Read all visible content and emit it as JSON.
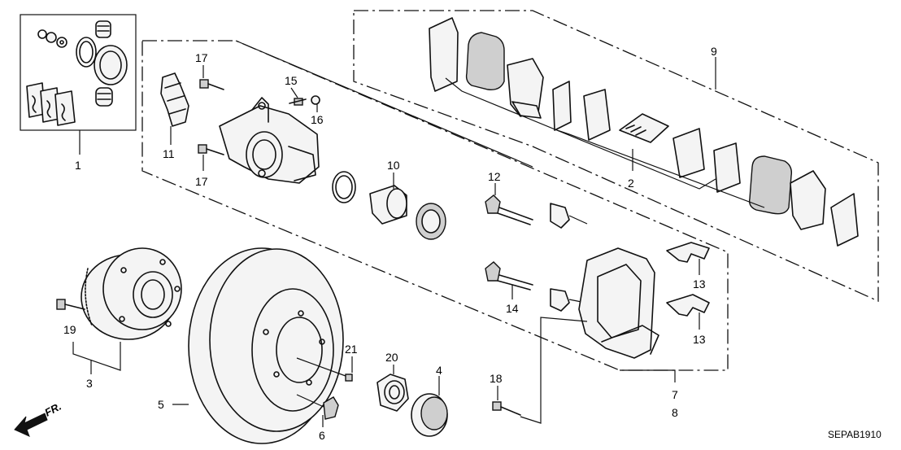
{
  "callouts": {
    "c1": "1",
    "c2": "2",
    "c3": "3",
    "c4": "4",
    "c5": "5",
    "c6": "6",
    "c7": "7",
    "c8": "8",
    "c9": "9",
    "c10": "10",
    "c11": "11",
    "c12": "12",
    "c13a": "13",
    "c13b": "13",
    "c14": "14",
    "c15": "15",
    "c16": "16",
    "c17a": "17",
    "c17b": "17",
    "c18": "18",
    "c19": "19",
    "c20": "20",
    "c21": "21"
  },
  "direction_label": "FR.",
  "diagram_code": "SEPAB1910"
}
